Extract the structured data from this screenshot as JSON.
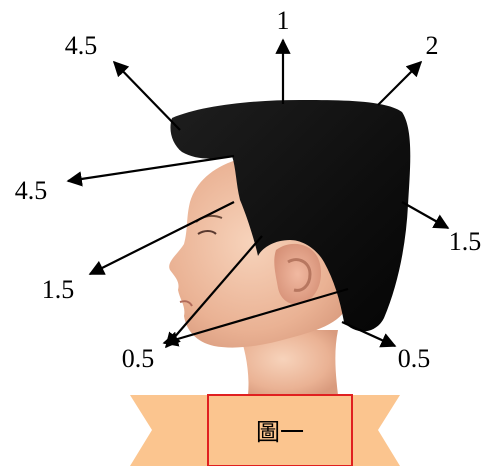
{
  "caption": "圖一",
  "measurements": [
    {
      "id": "top",
      "label": "1"
    },
    {
      "id": "crown",
      "label": "2"
    },
    {
      "id": "front-top",
      "label": "4.5"
    },
    {
      "id": "front-side",
      "label": "4.5"
    },
    {
      "id": "side",
      "label": "1.5"
    },
    {
      "id": "back",
      "label": "1.5"
    },
    {
      "id": "sideburn",
      "label": "0.5"
    },
    {
      "id": "nape",
      "label": "0.5"
    }
  ],
  "colors": {
    "hair": "#141414",
    "skin": "#f2c4a6",
    "skin_shadow": "#d79b7f",
    "banner_fill": "#fbc58f",
    "banner_border": "#e02020",
    "arrow": "#000000"
  }
}
